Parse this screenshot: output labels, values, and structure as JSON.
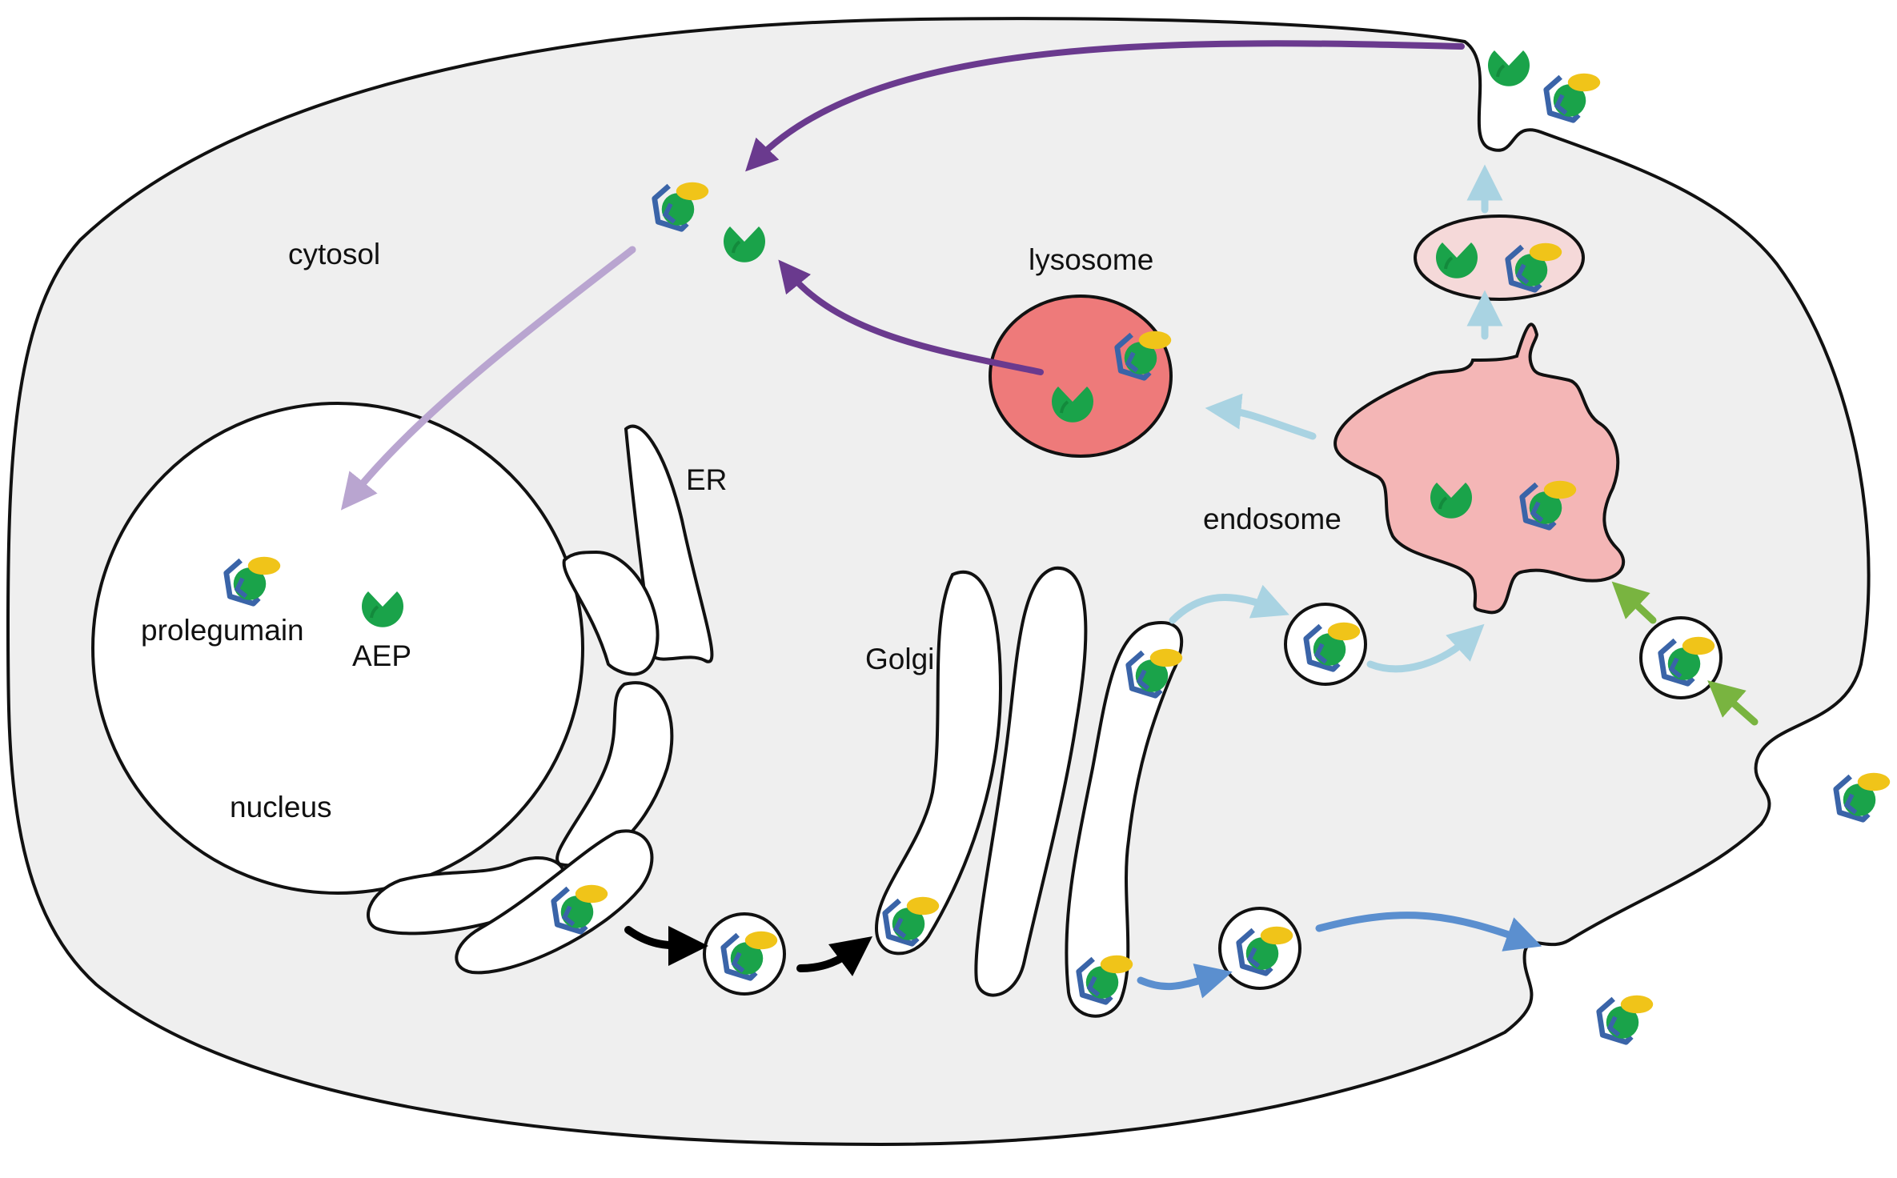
{
  "labels": {
    "cytosol": "cytosol",
    "lysosome": "lysosome",
    "er": "ER",
    "endosome": "endosome",
    "golgi": "Golgi",
    "prolegumain": "prolegumain",
    "aep": "AEP",
    "nucleus": "nucleus"
  },
  "colors": {
    "cell_fill": "#efefef",
    "lysosome_fill": "#ee7a7a",
    "endosome_fill": "#f4b6b6",
    "vesicle_top_fill": "#f5d9d9",
    "aep_green": "#1aa34a",
    "prodomain_yellow": "#f0c419",
    "prodomain_blue": "#3a64a8",
    "arrow_purple": "#6a3a8e",
    "arrow_lavender": "#b9a5d0",
    "arrow_light_blue": "#a9d3e2",
    "arrow_blue": "#5b8fcf",
    "arrow_green": "#79b440",
    "arrow_black": "#000000"
  },
  "icons": {
    "prolegumain": "prolegumain-icon",
    "aep": "aep-icon"
  }
}
